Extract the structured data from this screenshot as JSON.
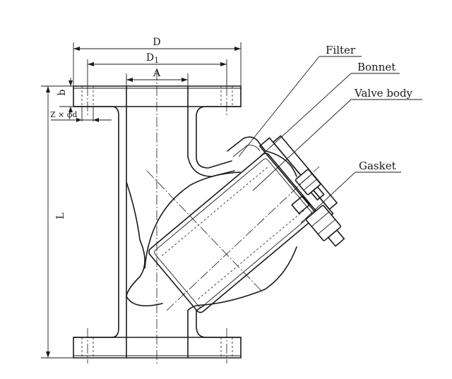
{
  "dimensions": {
    "outer_diameter": "D",
    "bolt_circle_symbol": "D",
    "bolt_circle_subscript": "1",
    "bore": "A",
    "flange_thickness": "b",
    "bolt_holes": "Z × ϕd",
    "length": "L"
  },
  "callouts": {
    "filter": "Filter",
    "bonnet": "Bonnet",
    "valve_body": "Valve body",
    "gasket": "Gasket"
  }
}
